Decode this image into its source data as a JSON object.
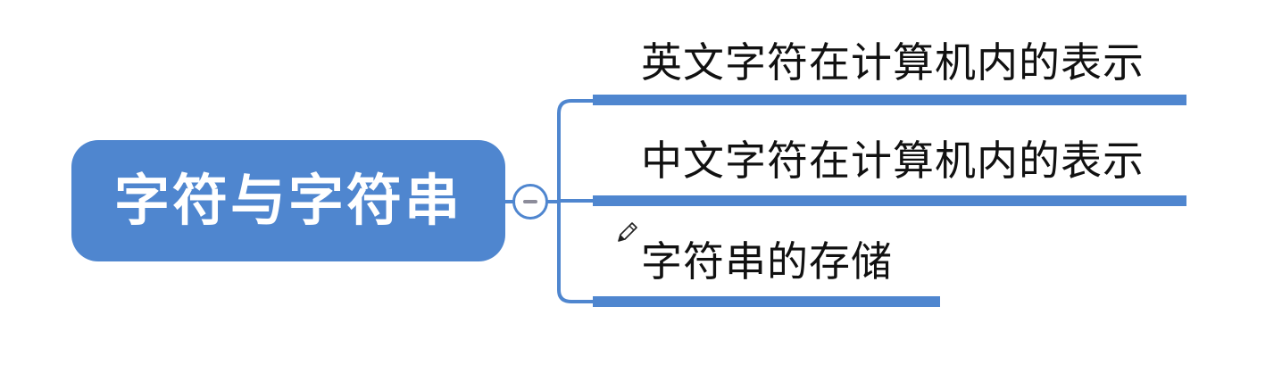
{
  "root": {
    "label": "字符与字符串",
    "fill_color": "#4f86cf",
    "text_color": "#ffffff"
  },
  "branches": [
    {
      "label": "英文字符在计算机内的表示"
    },
    {
      "label": "中文字符在计算机内的表示"
    },
    {
      "label": "字符串的存储"
    }
  ],
  "connector_color": "#4f86cf",
  "toggle": {
    "state": "expanded",
    "icon": "minus-icon"
  },
  "cursor": {
    "icon": "pencil-icon"
  }
}
